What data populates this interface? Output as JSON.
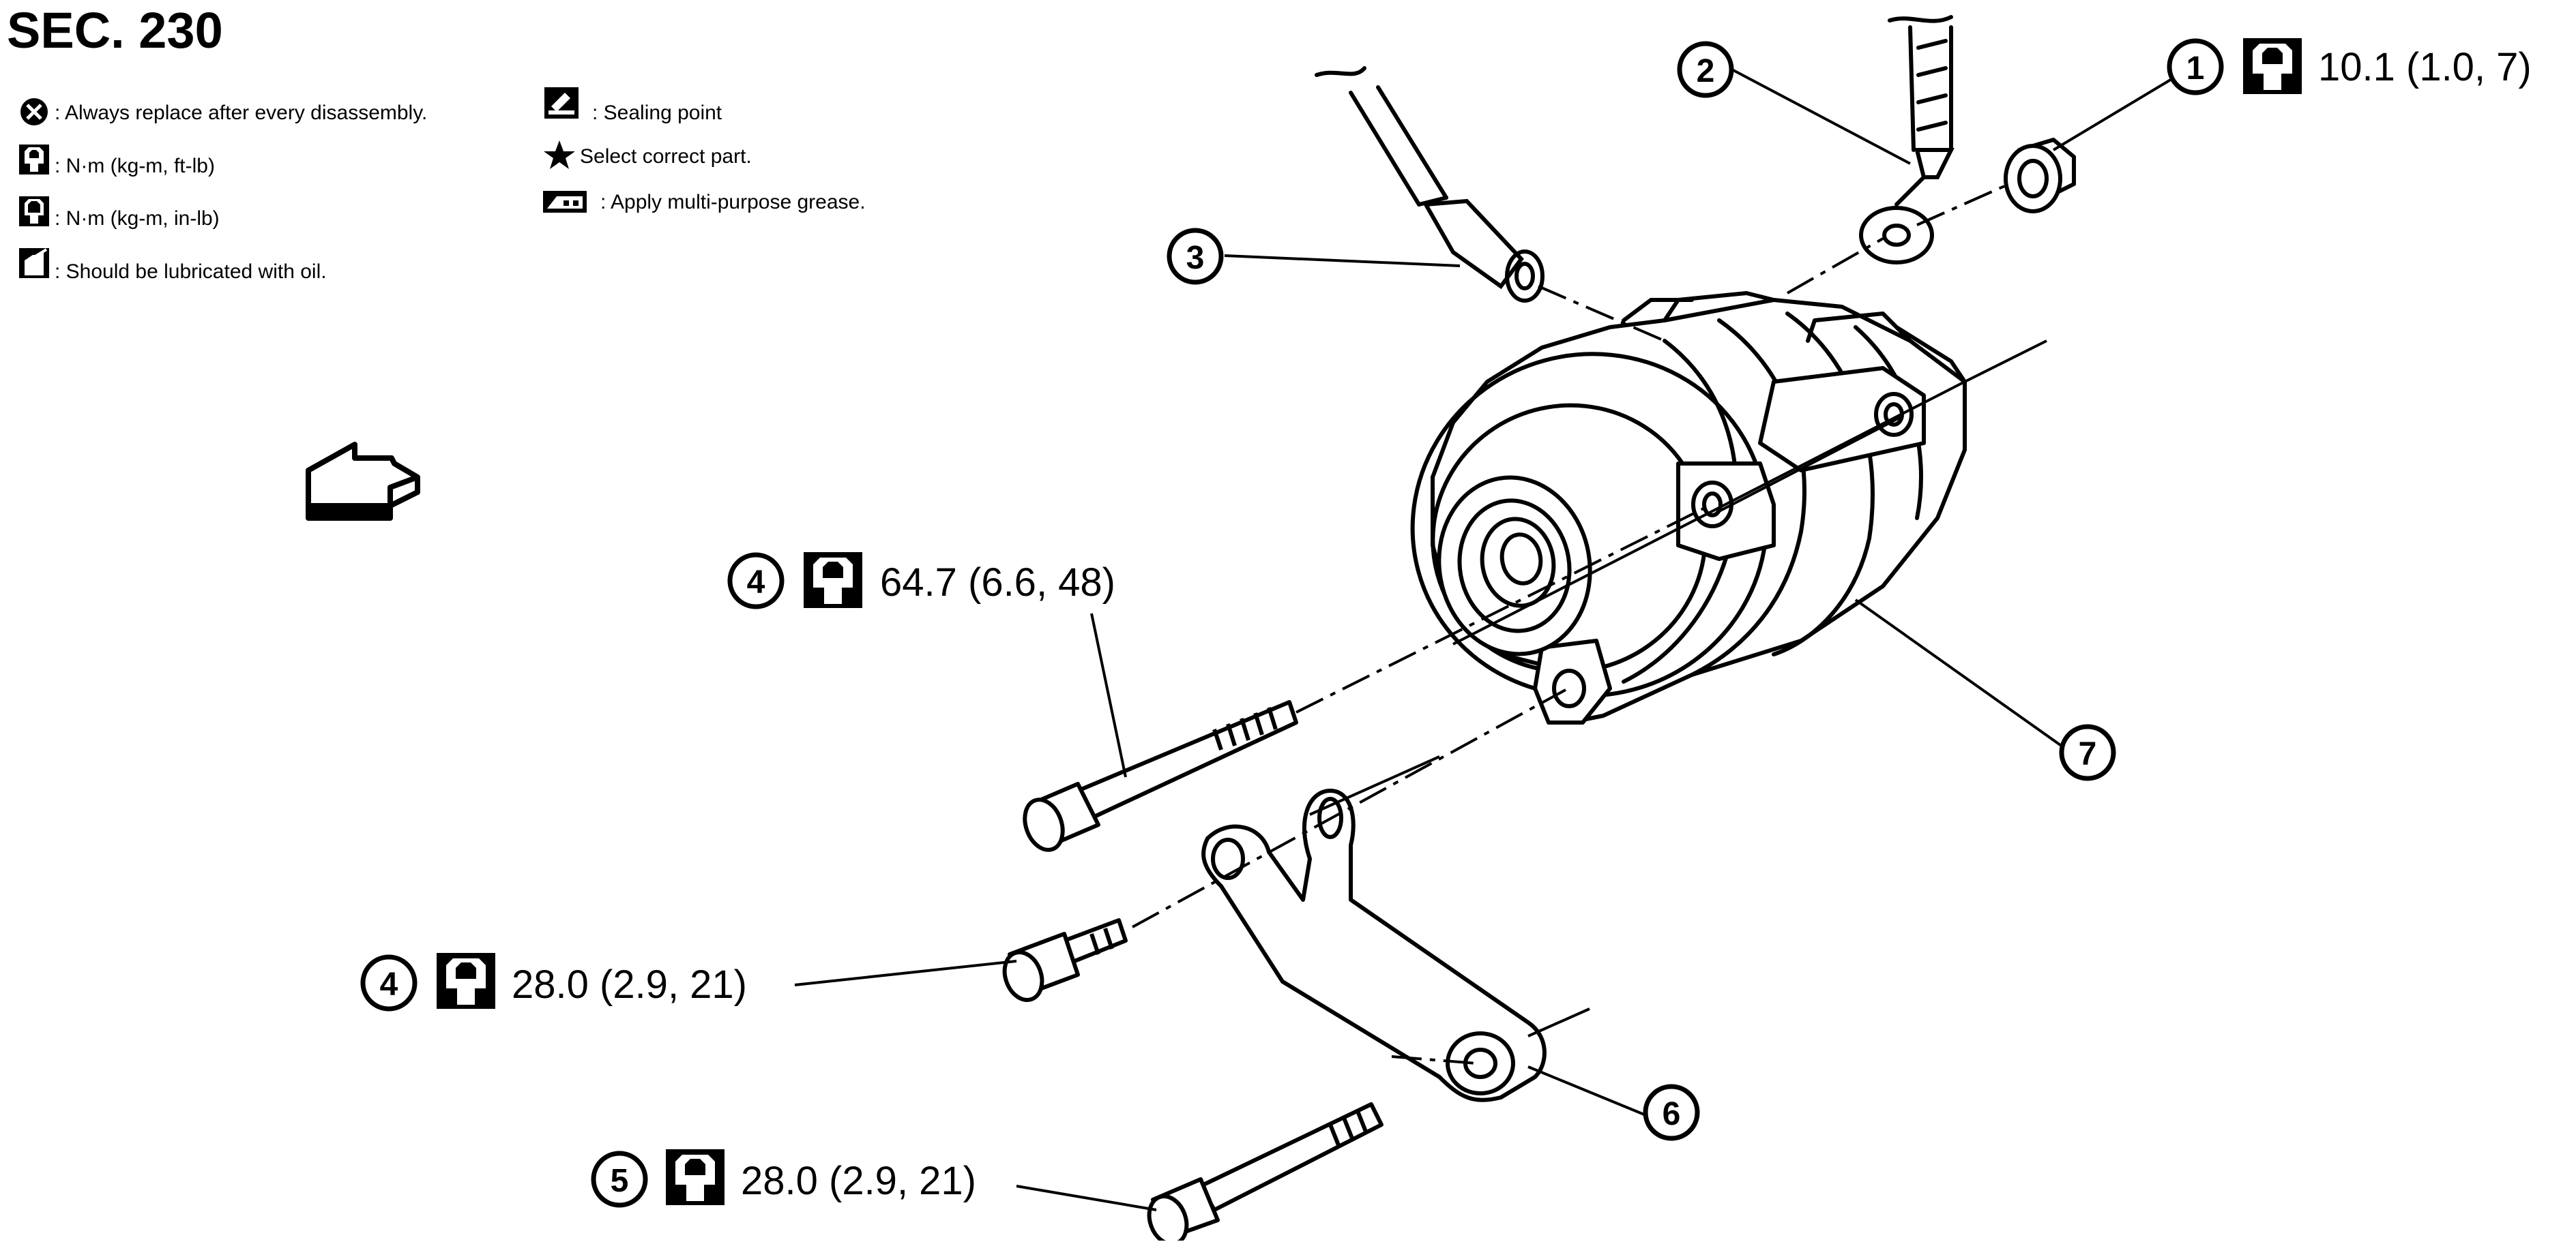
{
  "title": "SEC. 230",
  "legend_left": [
    {
      "icon": "replace-circle-x-icon",
      "text": ": Always replace after every disassembly."
    },
    {
      "icon": "torque-wrench-icon",
      "text": ": N·m (kg-m, ft-lb)"
    },
    {
      "icon": "torque-wrench-dark-icon",
      "text": ": N·m (kg-m, in-lb)"
    },
    {
      "icon": "oil-can-icon",
      "text": ": Should be lubricated with oil."
    }
  ],
  "legend_right": [
    {
      "icon": "sealing-icon",
      "text": ": Sealing point"
    },
    {
      "icon": "star-icon",
      "text": "Select correct part."
    },
    {
      "icon": "grease-icon",
      "text": ": Apply multi-purpose grease."
    }
  ],
  "callouts": [
    {
      "num": "1",
      "torque": "10.1 (1.0, 7)"
    },
    {
      "num": "2",
      "torque": ""
    },
    {
      "num": "3",
      "torque": ""
    },
    {
      "num": "4",
      "torque": "64.7 (6.6, 48)"
    },
    {
      "num": "4",
      "torque": "28.0 (2.9, 21)"
    },
    {
      "num": "5",
      "torque": "28.0 (2.9, 21)"
    },
    {
      "num": "6",
      "torque": ""
    },
    {
      "num": "7",
      "torque": ""
    }
  ],
  "colors": {
    "ink": "#000000",
    "paper": "#ffffff"
  }
}
